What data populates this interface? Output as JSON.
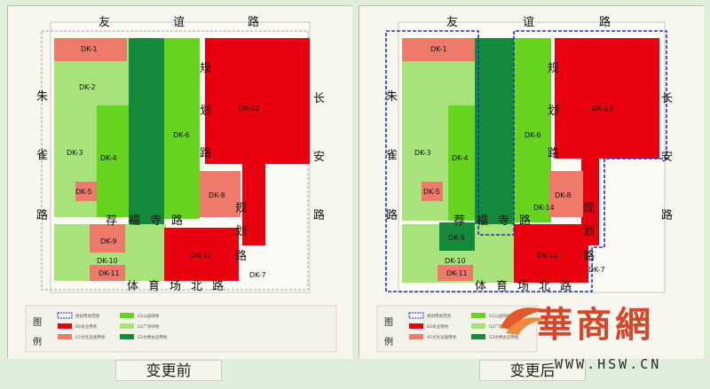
{
  "panels": {
    "before": {
      "title": "变更前"
    },
    "after": {
      "title": "变更后"
    }
  },
  "roads": {
    "top": [
      "友",
      "谊",
      "路"
    ],
    "left": [
      "朱",
      "雀",
      "路"
    ],
    "right": [
      "长",
      "安",
      "路"
    ],
    "bottom": [
      "体",
      "育",
      "场",
      "北",
      "路"
    ],
    "middle_h": [
      "荐",
      "福",
      "寺",
      "路"
    ],
    "planning_before": [
      "规",
      "划",
      "路"
    ],
    "planning_lower": [
      "规",
      "划",
      "路"
    ]
  },
  "parcels": {
    "dk1": "DK-1",
    "dk2": "DK-2",
    "dk3": "DK-3",
    "dk4": "DK-4",
    "dk5": "DK-5",
    "dk6": "DK-6",
    "dk7": "DK-7",
    "dk8": "DK-8",
    "dk9": "DK-9",
    "dk10": "DK-10",
    "dk11": "DK-11",
    "dk12": "DK-12",
    "dk13": "DK-13",
    "dk14": "DK-14"
  },
  "legend": {
    "heading_1": "图",
    "heading_2": "例",
    "before_items": [
      "规划用地范围",
      "B1商业用地",
      "G1文化设施用地",
      "G1公园绿地",
      "G2广场绿地",
      "G2文物古迹用地"
    ],
    "after_items": [
      "规划用地范围",
      "B1商业用地",
      "A5文化设施用地",
      "G1公园绿地",
      "G2广场绿地",
      "G3文物古迹用地"
    ]
  },
  "watermark": {
    "brand": "華商網",
    "url": "WWW.HSW.CN"
  },
  "colors": {
    "commercial": "#e8000f",
    "cultural": "#ee7a6c",
    "park": "#66d41f",
    "plaza": "#a8e27a",
    "heritage": "#148a3c",
    "boundary_before": "#9aa0a0",
    "boundary_after": "#2430c0"
  }
}
